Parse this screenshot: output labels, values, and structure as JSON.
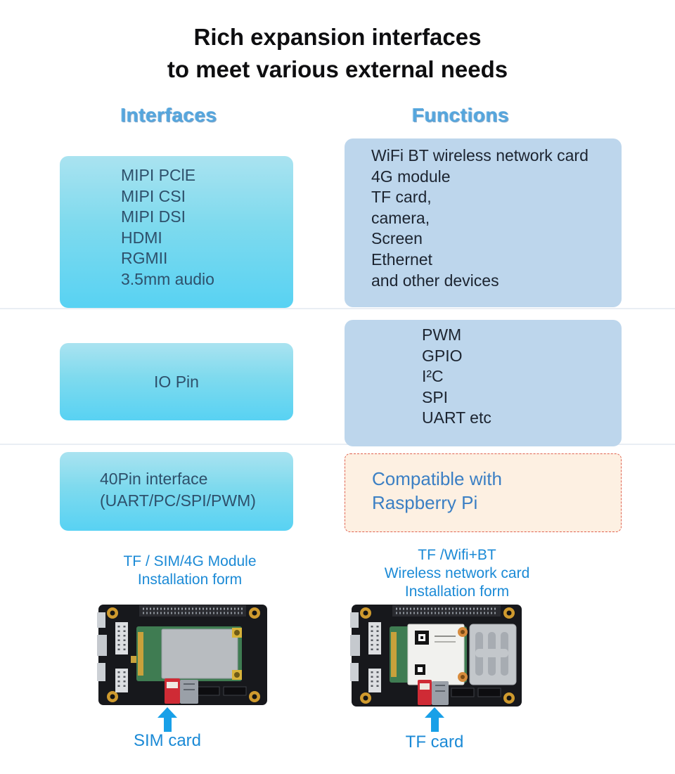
{
  "page": {
    "title_line1": "Rich expansion interfaces",
    "title_line2": "to meet various external needs"
  },
  "columns": {
    "interfaces_header": "Interfaces",
    "functions_header": "Functions"
  },
  "rows": [
    {
      "interfaces": [
        "MIPI PClE",
        "MIPI CSI",
        "MIPI DSI",
        "HDMI",
        "RGMII",
        "3.5mm audio"
      ],
      "functions": [
        "WiFi BT wireless network card",
        "4G module",
        "TF card,",
        "camera,",
        "Screen",
        "Ethernet",
        "and other devices"
      ]
    },
    {
      "interfaces": [
        "IO Pin"
      ],
      "functions": [
        "PWM",
        "GPIO",
        "I²C",
        "SPI",
        "UART etc"
      ]
    },
    {
      "interfaces": [
        "40Pin interface",
        "(UART/PC/SPI/PWM)"
      ],
      "functions": [
        "Compatible with",
        "Raspberry Pi"
      ]
    }
  ],
  "installation": {
    "left_label_line1": "TF / SIM/4G Module",
    "left_label_line2": "Installation form",
    "right_label_line1": "TF /Wifi+BT",
    "right_label_line2": "Wireless network card",
    "right_label_line3": "Installation form",
    "left_card_caption": "SIM card",
    "right_card_caption": "TF card"
  },
  "colors": {
    "title_text": "#0e0e10",
    "header_blue": "#55a6dd",
    "cyan_box_top": "#aae3f0",
    "cyan_box_bottom": "#58d2f3",
    "cyan_box_text": "#2e506b",
    "blue_box_bg": "#bdd6ec",
    "blue_box_text": "#1c2430",
    "cream_box_bg": "#fdf0e2",
    "cream_box_border": "#e0614f",
    "raspberry_text": "#3b7fc4",
    "caption_blue": "#1b8ad6",
    "arrow_blue": "#18a0e8"
  }
}
